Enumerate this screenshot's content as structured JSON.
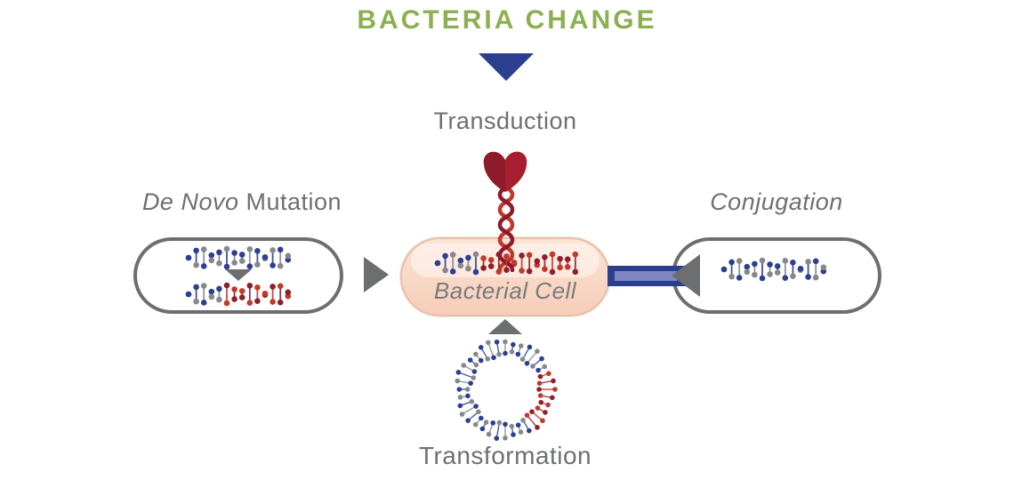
{
  "title": {
    "text": "BACTERIA CHANGE"
  },
  "labels": {
    "transduction": "Transduction",
    "mutation_italic": "De Novo",
    "mutation_regular": " Mutation",
    "conjugation": "Conjugation",
    "transformation": "Transformation",
    "cell": "Bacterial Cell"
  },
  "palette": {
    "title_green": "#8CB04F",
    "navy": "#2B3F8E",
    "pilus_light": "#7E87C3",
    "arrow_gray": "#6D6E70",
    "outline_gray": "#6D6E70",
    "text_gray": "#6E6F72",
    "dna_blue": "#2C3F92",
    "dna_gray": "#87888A",
    "dna_red": "#C0392B",
    "dna_darkred": "#8E1F2C",
    "phage_red": "#A81E30",
    "phage_dark": "#8E1B2C",
    "cell_fill_top": "#FBE3D4",
    "cell_fill_bottom": "#F6CDB9",
    "cell_border": "#E9BFA8"
  },
  "dna": {
    "cell": {
      "type": "helix",
      "segments": [
        {
          "cols": 6,
          "a": "dna_blue",
          "b": "dna_gray"
        },
        {
          "cols": 13,
          "a": "dna_red",
          "b": "dna_darkred"
        }
      ]
    },
    "mutation_top": {
      "type": "helix",
      "segments": [
        {
          "cols": 14,
          "a": "dna_blue",
          "b": "dna_gray"
        }
      ]
    },
    "mutation_bottom": {
      "type": "helix",
      "segments": [
        {
          "cols": 5,
          "a": "dna_blue",
          "b": "dna_gray"
        },
        {
          "cols": 9,
          "a": "dna_red",
          "b": "dna_darkred"
        }
      ]
    },
    "conjugation": {
      "type": "helix",
      "segments": [
        {
          "cols": 14,
          "a": "dna_blue",
          "b": "dna_gray"
        }
      ]
    },
    "plasmid": {
      "type": "plasmid",
      "steps": 36,
      "red_arc": [
        -25,
        55
      ],
      "a": "dna_blue",
      "b": "dna_gray",
      "red_a": "dna_red",
      "red_b": "dna_darkred"
    }
  }
}
